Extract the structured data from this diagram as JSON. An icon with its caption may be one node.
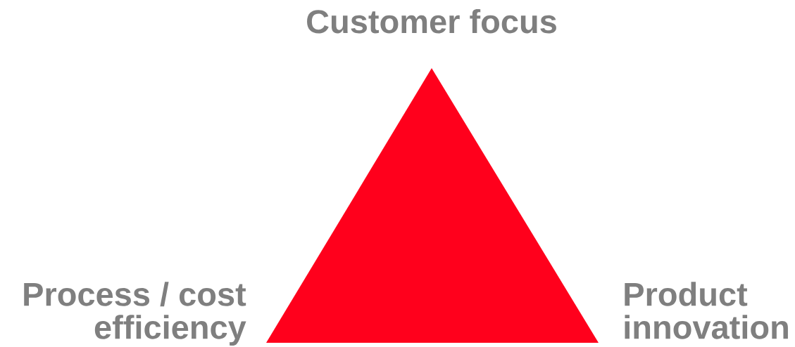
{
  "diagram": {
    "labels": [
      "Customer focus",
      "Process / cost efficiency",
      "Product innovation"
    ]
  }
}
